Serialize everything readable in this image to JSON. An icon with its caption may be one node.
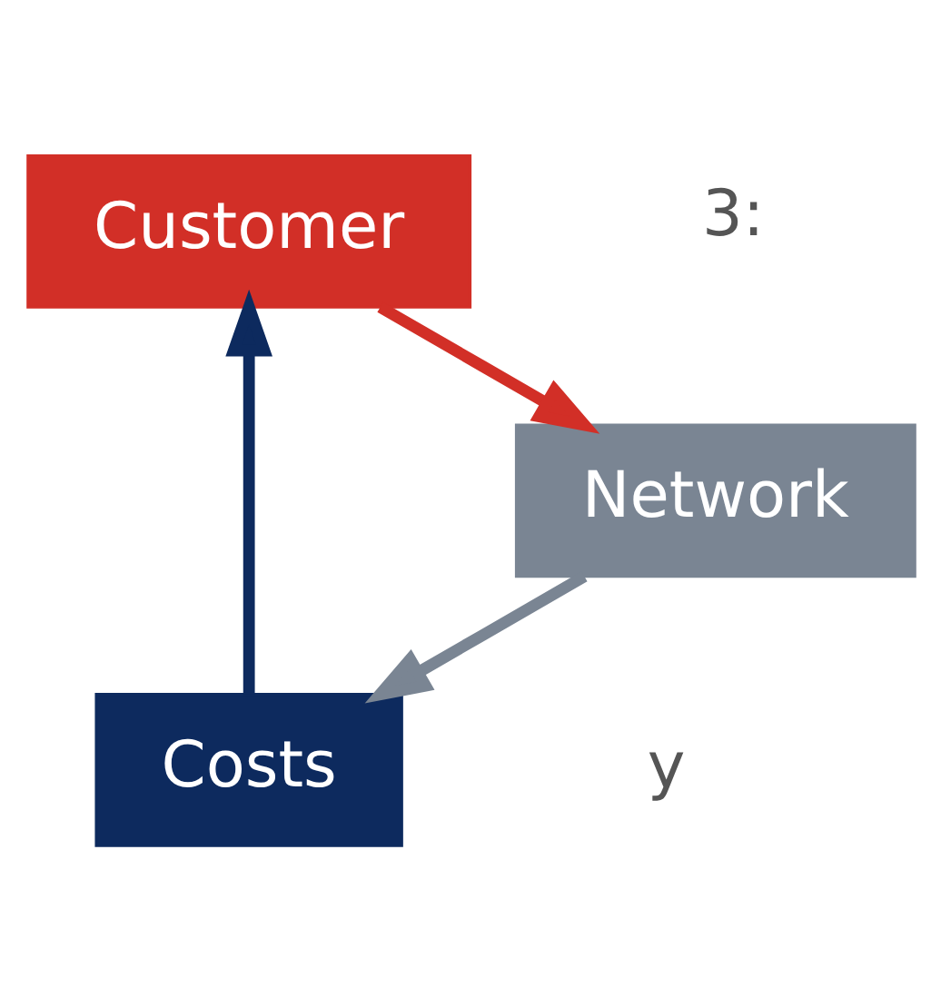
{
  "diagram": {
    "nodes": [
      {
        "text": [
          "Costs"
        ]
      },
      {
        "text": [
          "Customer"
        ]
      },
      {
        "text": [
          "Network"
        ]
      }
    ],
    "edges": [
      {
        "from": 0,
        "to": 1,
        "arrow": "to",
        "color": "#0d2a5e"
      },
      {
        "from": 1,
        "to": 2,
        "arrow": "to",
        "color": "#d22f27"
      },
      {
        "from": 2,
        "to": 0,
        "arrow": "to",
        "color": "#7a8593"
      }
    ],
    "labels": [
      "y",
      "3:"
    ]
  }
}
